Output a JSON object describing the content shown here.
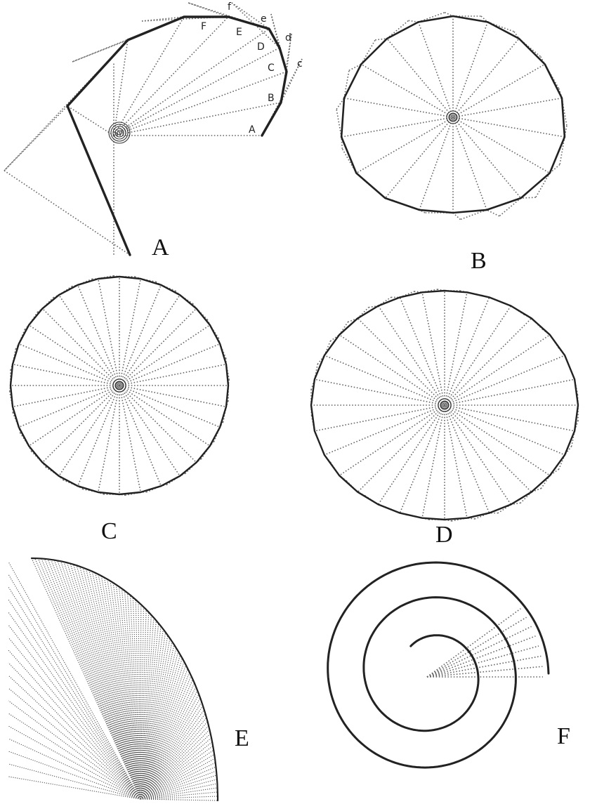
{
  "panels": [
    {
      "id": "A",
      "label": "A",
      "point_labels": [
        "A",
        "B",
        "C",
        "D",
        "E",
        "F"
      ],
      "outer_labels": [
        "c",
        "d",
        "e",
        "f"
      ]
    },
    {
      "id": "B",
      "label": "B"
    },
    {
      "id": "C",
      "label": "C"
    },
    {
      "id": "D",
      "label": "D"
    },
    {
      "id": "E",
      "label": "E"
    },
    {
      "id": "F",
      "label": "F"
    }
  ],
  "colors": {
    "solid_line": "#222222",
    "dotted_line": "#666666",
    "text": "#111111"
  }
}
